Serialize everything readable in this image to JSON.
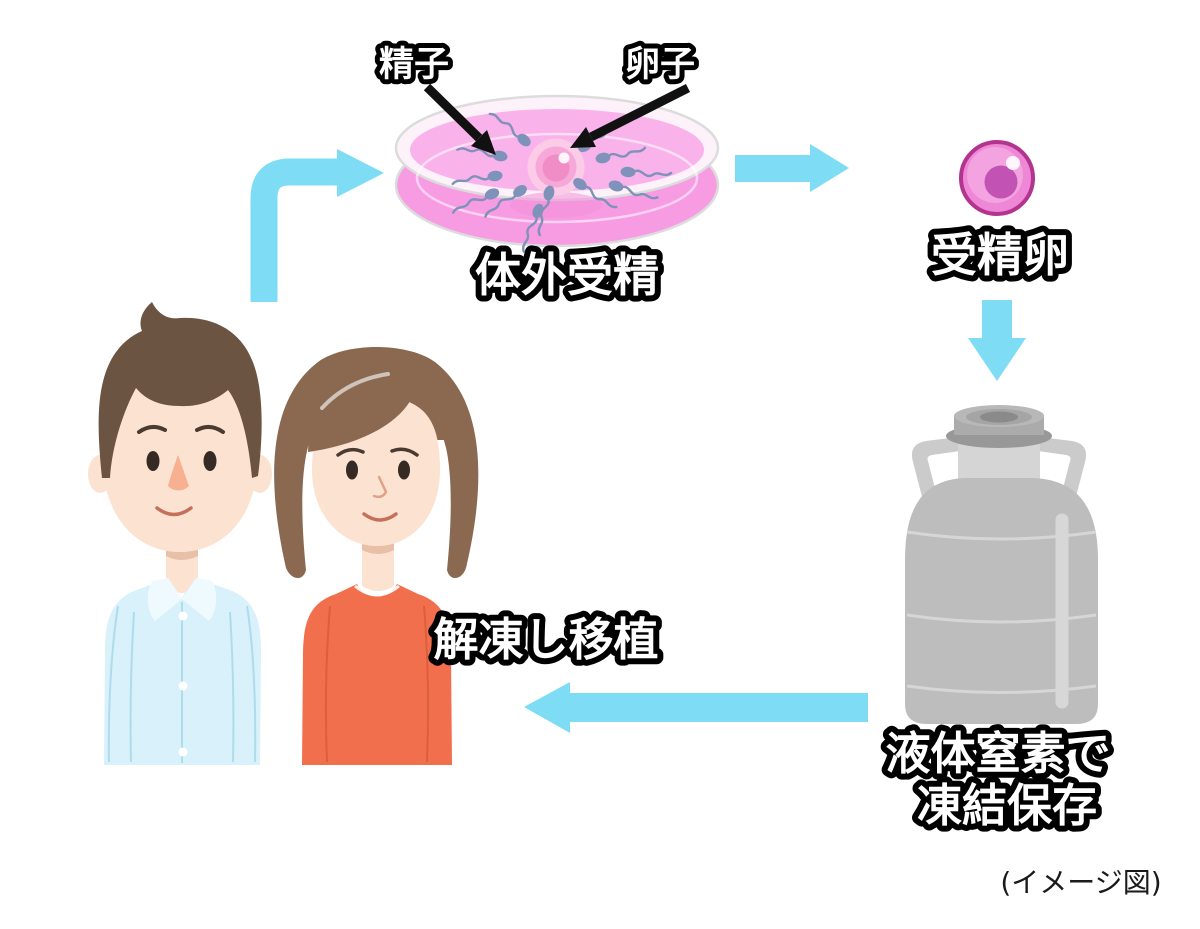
{
  "caption": "(イメージ図)",
  "steps": {
    "ivf": {
      "label": "体外受精",
      "sperm_label": "精子",
      "egg_label": "卵子"
    },
    "zygote": {
      "label": "受精卵"
    },
    "freeze": {
      "label_line1": "液体窒素で",
      "label_line2": "凍結保存"
    },
    "transfer": {
      "label": "解凍し移植"
    }
  },
  "colors": {
    "flow_arrow": "#7EDCF4",
    "pointer_arrow": "#111111",
    "label_fill": "#FFFFFF",
    "label_outline": "#000000",
    "dish_rim": "#FDF1FA",
    "dish_fluid": "#F9B3EA",
    "dish_fluid_deep": "#F79CE3",
    "sperm": "#7E92BA",
    "egg_core": "#F08CC6",
    "zygote_ring": "#B2348F",
    "zygote_core": "#C253B4",
    "tank_body": "#BDBDBD",
    "tank_neck": "#D5D5D5",
    "tank_cap": "#A8A8A8",
    "shirt": "#D9F1FB",
    "blouse": "#F26F4D",
    "skin": "#FCE3D1",
    "hair_man": "#6B5442",
    "hair_woman": "#8A6950"
  },
  "icons": {
    "couple": "couple-icon",
    "petri_dish": "petri-dish-icon",
    "sperm": "sperm-icon",
    "egg_cell": "egg-cell-icon",
    "fertilized_egg": "fertilized-egg-icon",
    "nitrogen_tank": "liquid-nitrogen-tank-icon",
    "flow_arrow": "flow-arrow-icon",
    "pointer_arrow": "pointer-arrow-icon"
  }
}
